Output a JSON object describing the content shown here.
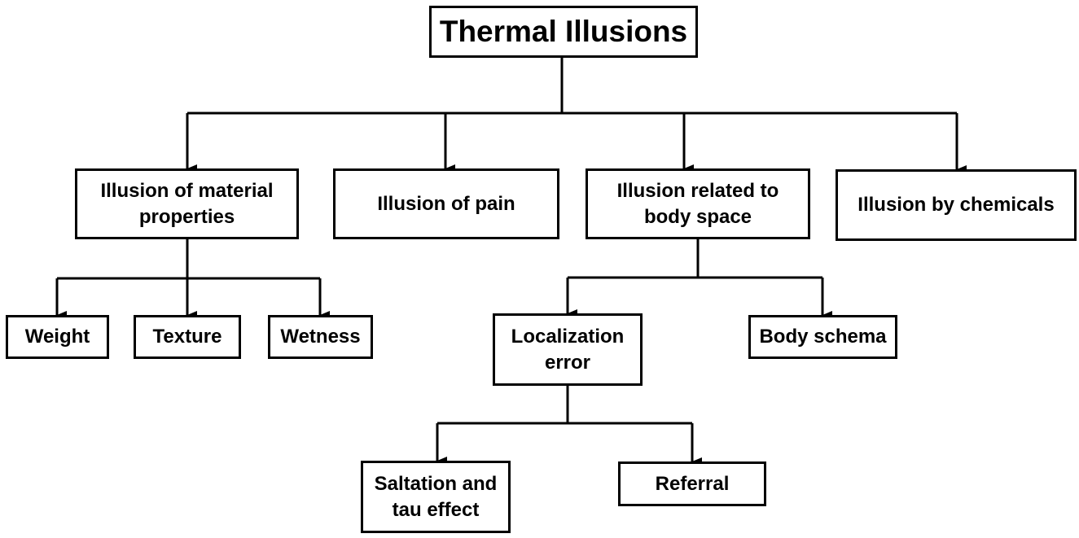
{
  "diagram": {
    "root": {
      "label": "Thermal Illusions"
    },
    "material": {
      "label": "Illusion of material properties"
    },
    "pain": {
      "label": "Illusion of pain"
    },
    "body_space": {
      "label": "Illusion related to body space"
    },
    "chemicals": {
      "label": "Illusion by chemicals"
    },
    "weight": {
      "label": "Weight"
    },
    "texture": {
      "label": "Texture"
    },
    "wetness": {
      "label": "Wetness"
    },
    "localization": {
      "label": "Localization error"
    },
    "body_schema": {
      "label": "Body schema"
    },
    "saltation": {
      "label": "Saltation and tau effect"
    },
    "referral": {
      "label": "Referral"
    }
  }
}
